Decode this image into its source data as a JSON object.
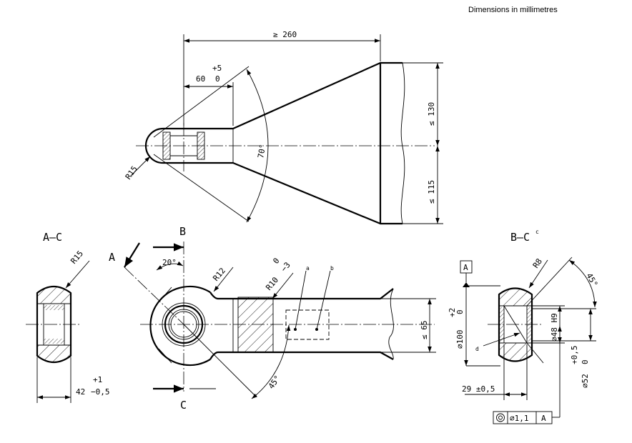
{
  "note": "Dimensions in millimetres",
  "top_view": {
    "width_dim": "≥ 260",
    "tol_upper": "+5",
    "nominal": "60",
    "tol_lower": "0",
    "radius": "R15",
    "angle": "70°",
    "upper_height": "≤ 130",
    "lower_height": "≤ 115"
  },
  "section_ac": {
    "title": "A–C",
    "radius": "R15",
    "nominal": "42",
    "tol_upper": "+1",
    "tol_lower": "−0,5"
  },
  "front_view": {
    "label_a": "A",
    "label_b": "B",
    "label_c": "C",
    "angle_top": "20°",
    "radius_eye": "R12",
    "radius_neck": "R10",
    "neck_tol_upper": "0",
    "neck_tol_lower": "−3",
    "note_a": "a",
    "note_b": "b",
    "width": "≤ 65",
    "angle_bottom": "45°"
  },
  "section_bc": {
    "title": "B–C",
    "title_note": "c",
    "datum": "A",
    "radius": "R8",
    "angle": "45°",
    "outer_dia": "⌀100",
    "outer_tol_upper": "+2",
    "outer_tol_lower": "0",
    "bore_dia": "⌀48 H9",
    "hub_dia": "⌀52",
    "hub_tol_upper": "+0,5",
    "hub_tol_lower": "0",
    "note_d": "d",
    "thickness": "29 ±0,5",
    "fcf_tolerance": "⌀1,1",
    "fcf_datum": "A"
  }
}
